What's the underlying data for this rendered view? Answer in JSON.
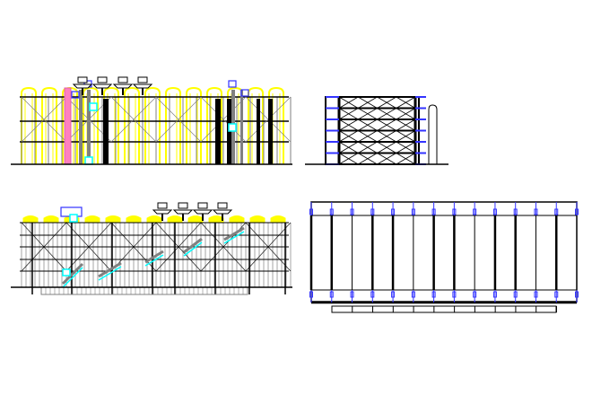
{
  "drawing": {
    "views": [
      "front-elevation",
      "side-elevation",
      "rear-elevation",
      "facade-grid-elevation"
    ],
    "colors": {
      "background": "#ffffff",
      "structure": "#000000",
      "secondary_structure": "#808080",
      "ducts": "#ffff00",
      "highlight_column": "#ff80c0",
      "escalator": "#00ffff",
      "connector": "#3333ff"
    }
  }
}
